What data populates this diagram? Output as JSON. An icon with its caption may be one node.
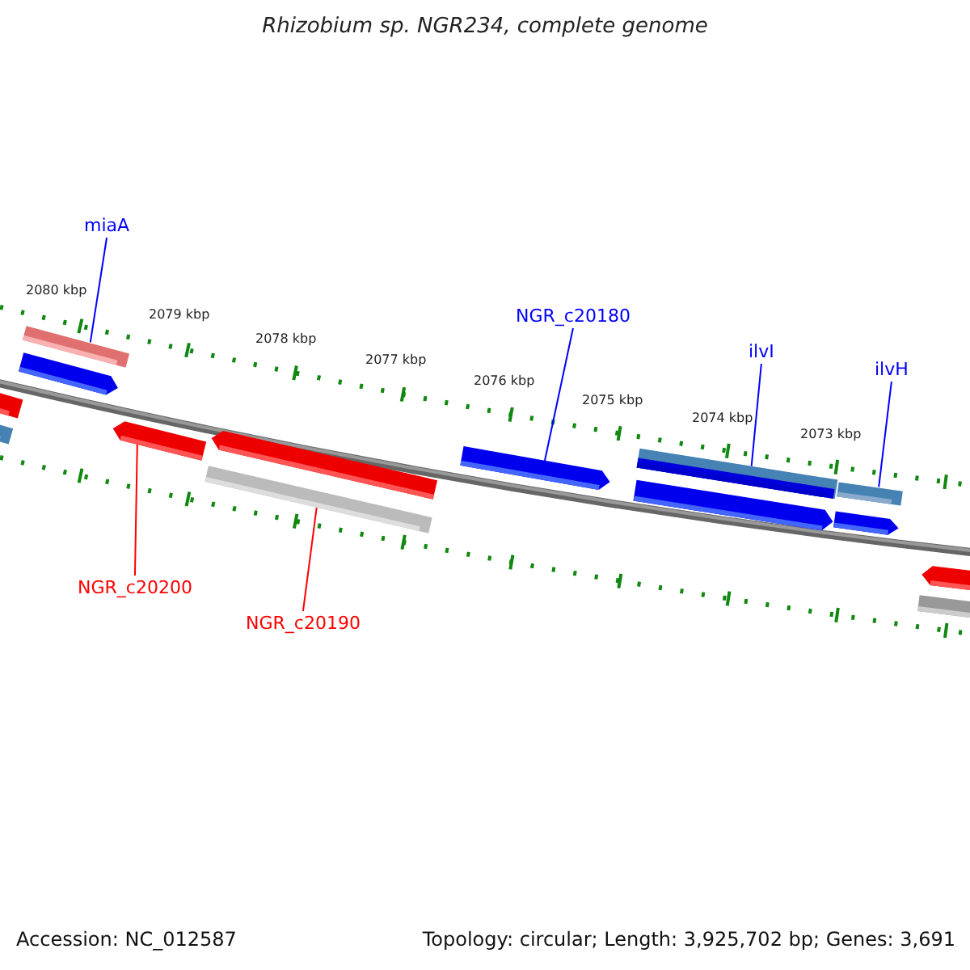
{
  "diagram": {
    "title": "Rhizobium sp. NGR234, complete genome",
    "nodes": [
      {
        "text": [
          "miaA"
        ]
      },
      {
        "text": [],
        "shape": "bar"
      },
      {
        "text": [
          "NGR_c20200"
        ]
      },
      {
        "text": [],
        "shape": "arrow"
      },
      {
        "text": [
          "NGR_c20190"
        ]
      },
      {
        "text": [],
        "shape": "bar"
      },
      {
        "text": [
          "NGR_c20180"
        ]
      },
      {
        "text": [],
        "shape": "arrow"
      },
      {
        "text": [
          "ilvI"
        ]
      },
      {
        "text": [],
        "shape": "bar"
      },
      {
        "text": [
          "ilvH"
        ]
      },
      {
        "text": [],
        "shape": "bar"
      }
    ],
    "edges": [
      {
        "from": 0,
        "to": 1,
        "arrow": "none"
      },
      {
        "from": 2,
        "to": 3,
        "arrow": "none",
        "color": "#ff0000"
      },
      {
        "from": 4,
        "to": 5,
        "arrow": "none",
        "color": "#ff0000"
      },
      {
        "from": 6,
        "to": 7,
        "arrow": "none"
      },
      {
        "from": 8,
        "to": 9,
        "arrow": "none"
      },
      {
        "from": 10,
        "to": 11,
        "arrow": "none"
      }
    ],
    "labels": [
      "2080 kbp",
      "2079 kbp",
      "2078 kbp",
      "2077 kbp",
      "2076 kbp",
      "2075 kbp",
      "2074 kbp",
      "2073 kbp",
      "Accession: NC_012587",
      "Topology: circular; Length: 3,925,702 bp; Genes: 3,691"
    ]
  }
}
